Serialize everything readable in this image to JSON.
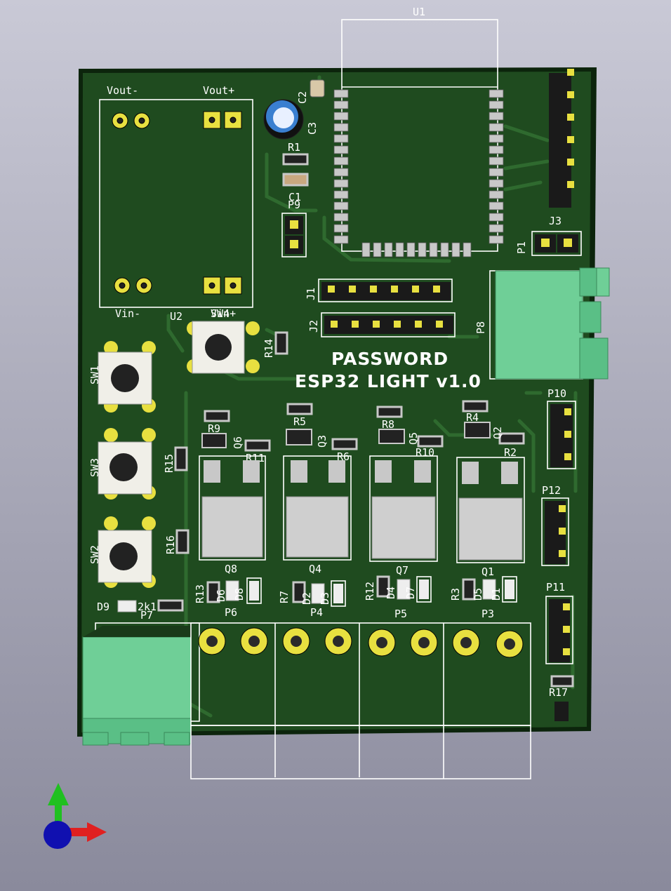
{
  "board": {
    "title_line1": "PASSWORD",
    "title_line2": "ESP32 LIGHT v1.0"
  },
  "labels": {
    "U1": "U1",
    "C2": "C2",
    "C3": "C3",
    "R1": "R1",
    "C1": "C1",
    "P9": "P9",
    "J3": "J3",
    "P1": "P1",
    "J1": "J1",
    "J2": "J2",
    "P8": "P8",
    "Vout_minus": "Vout-",
    "Vout_plus": "Vout+",
    "Vin_minus": "Vin-",
    "Vin_plus": "Vin+",
    "U2": "U2",
    "SW4": "SW4",
    "R14": "R14",
    "SW1": "SW1",
    "SW3": "SW3",
    "SW2": "SW2",
    "R15": "R15",
    "R16": "R16",
    "R9": "R9",
    "Q6": "Q6",
    "R11": "R11",
    "R5": "R5",
    "Q3": "Q3",
    "R6": "R6",
    "R8": "R8",
    "Q5": "Q5",
    "R10": "R10",
    "R4": "R4",
    "Q2": "Q2",
    "R2": "R2",
    "P10": "P10",
    "P12": "P12",
    "P11": "P11",
    "Q8": "Q8",
    "Q4": "Q4",
    "Q7": "Q7",
    "Q1": "Q1",
    "R13": "R13",
    "D6": "D6",
    "D8": "D8",
    "R7": "R7",
    "D2": "D2",
    "D3": "D3",
    "R12": "R12",
    "D4": "D4",
    "D7": "D7",
    "R3": "R3",
    "D5": "D5",
    "D1": "D1",
    "D9": "D9",
    "2k1": "2k1",
    "P7": "P7",
    "P6": "P6",
    "P4": "P4",
    "P5": "P5",
    "P3": "P3",
    "R17": "R17"
  },
  "colors": {
    "pcb": "#1e4a1e",
    "pcb_edge": "#0c240c",
    "trace": "#2f6a2f",
    "pad": "#c8c8c8",
    "gold": "#e8e040",
    "silk": "#ffffff",
    "terminal": "#6fcf97",
    "axis_x": "#e02020",
    "axis_y": "#20c020",
    "axis_z": "#1010b0"
  }
}
